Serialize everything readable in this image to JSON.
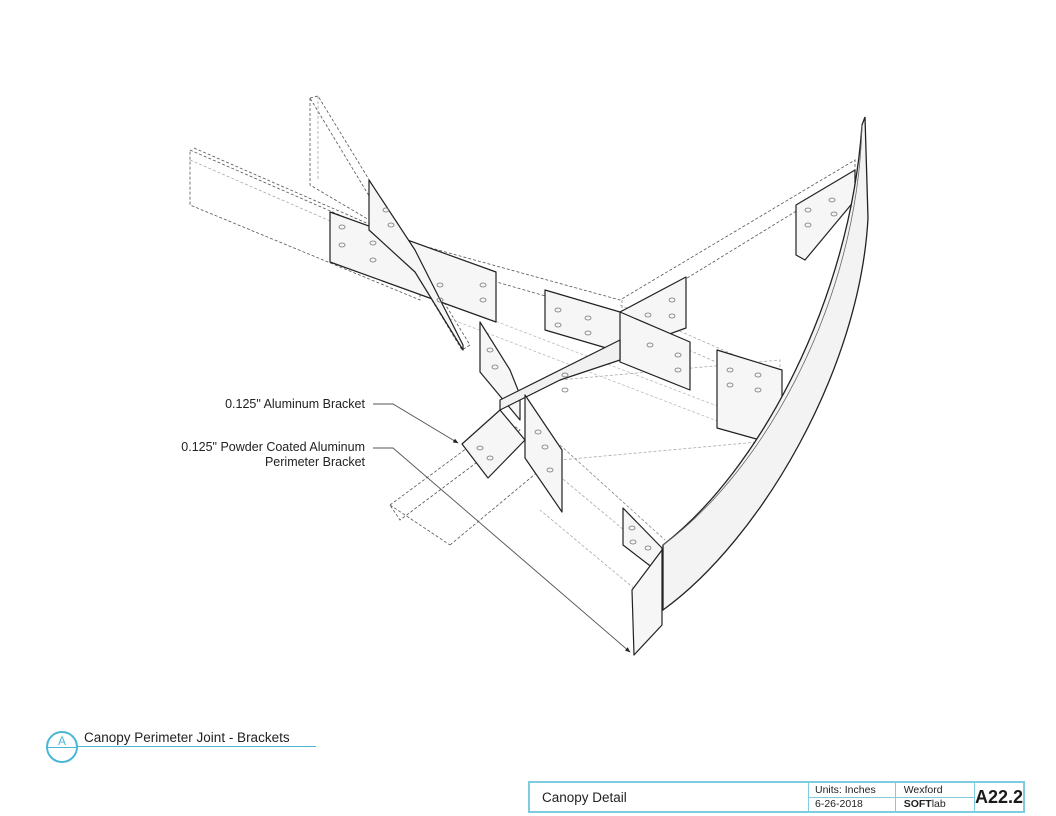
{
  "drawing": {
    "title": "Canopy Perimeter Joint - Brackets",
    "view_tag": "A",
    "callouts": [
      {
        "text": "0.125\" Aluminum Bracket"
      },
      {
        "line1": "0.125\" Powder Coated Aluminum",
        "line2": "Perimeter Bracket"
      }
    ],
    "accent_color": "#4ab8d4",
    "line_color": "#222222"
  },
  "title_block": {
    "sheet_name": "Canopy Detail",
    "units": "Units: Inches",
    "date": "6-26-2018",
    "client": "Wexford",
    "firm_bold": "SOFT",
    "firm_light": "lab",
    "sheet_number": "A22.2",
    "border_color": "#7fcbe0"
  }
}
